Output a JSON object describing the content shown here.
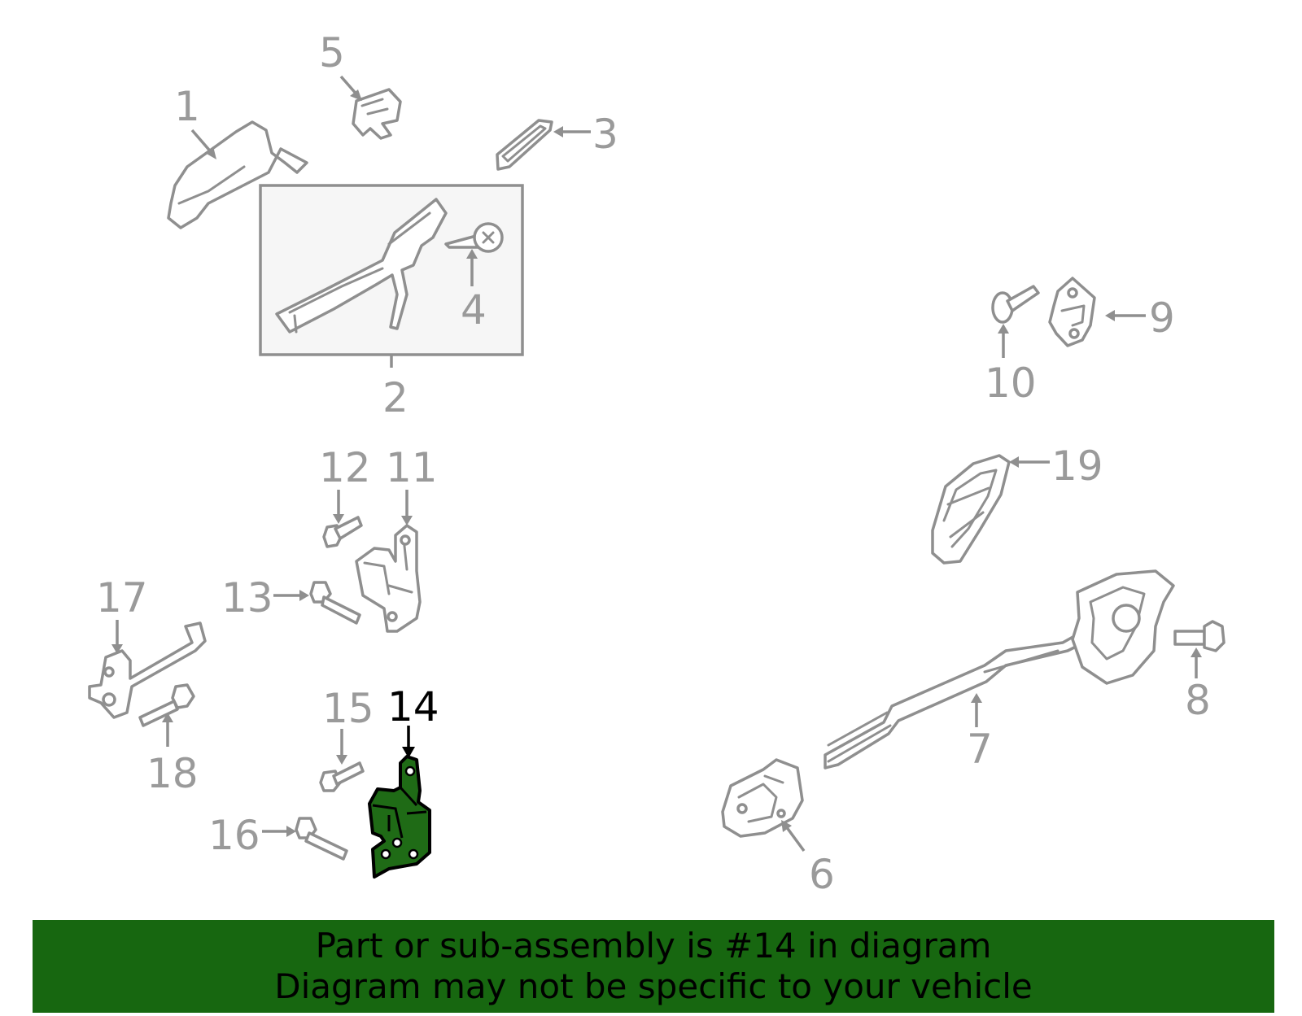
{
  "callouts": [
    "1",
    "2",
    "3",
    "4",
    "5",
    "6",
    "7",
    "8",
    "9",
    "10",
    "11",
    "12",
    "13",
    "14",
    "15",
    "16",
    "17",
    "18",
    "19"
  ],
  "highlighted_part": "14",
  "colors": {
    "highlight": "#1f6b16",
    "banner": "#176710",
    "parts": "#8f8f8f"
  },
  "banner": {
    "line1": "Part or sub-assembly is #14 in diagram",
    "line2": "Diagram may not be specific to your vehicle"
  }
}
